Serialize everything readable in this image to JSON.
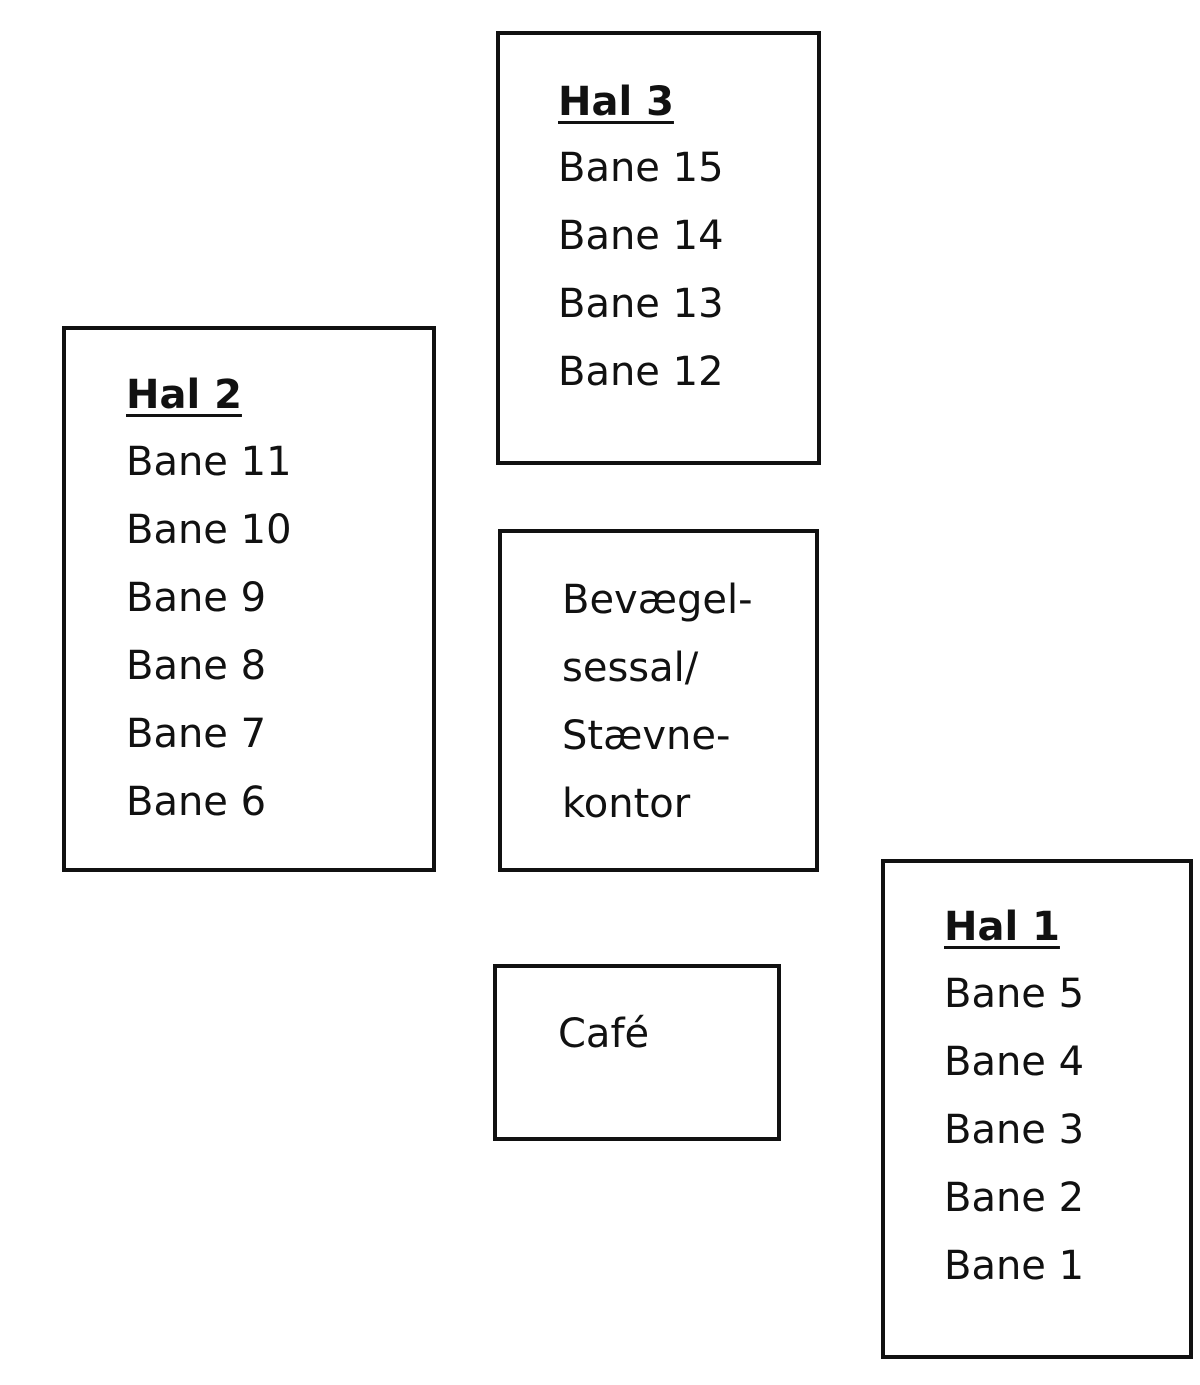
{
  "halls": {
    "hal3": {
      "title": "Hal 3",
      "lanes": [
        "Bane 15",
        "Bane 14",
        "Bane 13",
        "Bane 12"
      ]
    },
    "hal2": {
      "title": "Hal 2",
      "lanes": [
        "Bane 11",
        "Bane 10",
        "Bane 9",
        "Bane 8",
        "Bane 7",
        "Bane 6"
      ]
    },
    "hal1": {
      "title": "Hal 1",
      "lanes": [
        "Bane 5",
        "Bane 4",
        "Bane 3",
        "Bane 2",
        "Bane 1"
      ]
    }
  },
  "rooms": {
    "office": "Bevægel-\nsessal/\nStævne-\nkontor",
    "cafe": "Café"
  }
}
